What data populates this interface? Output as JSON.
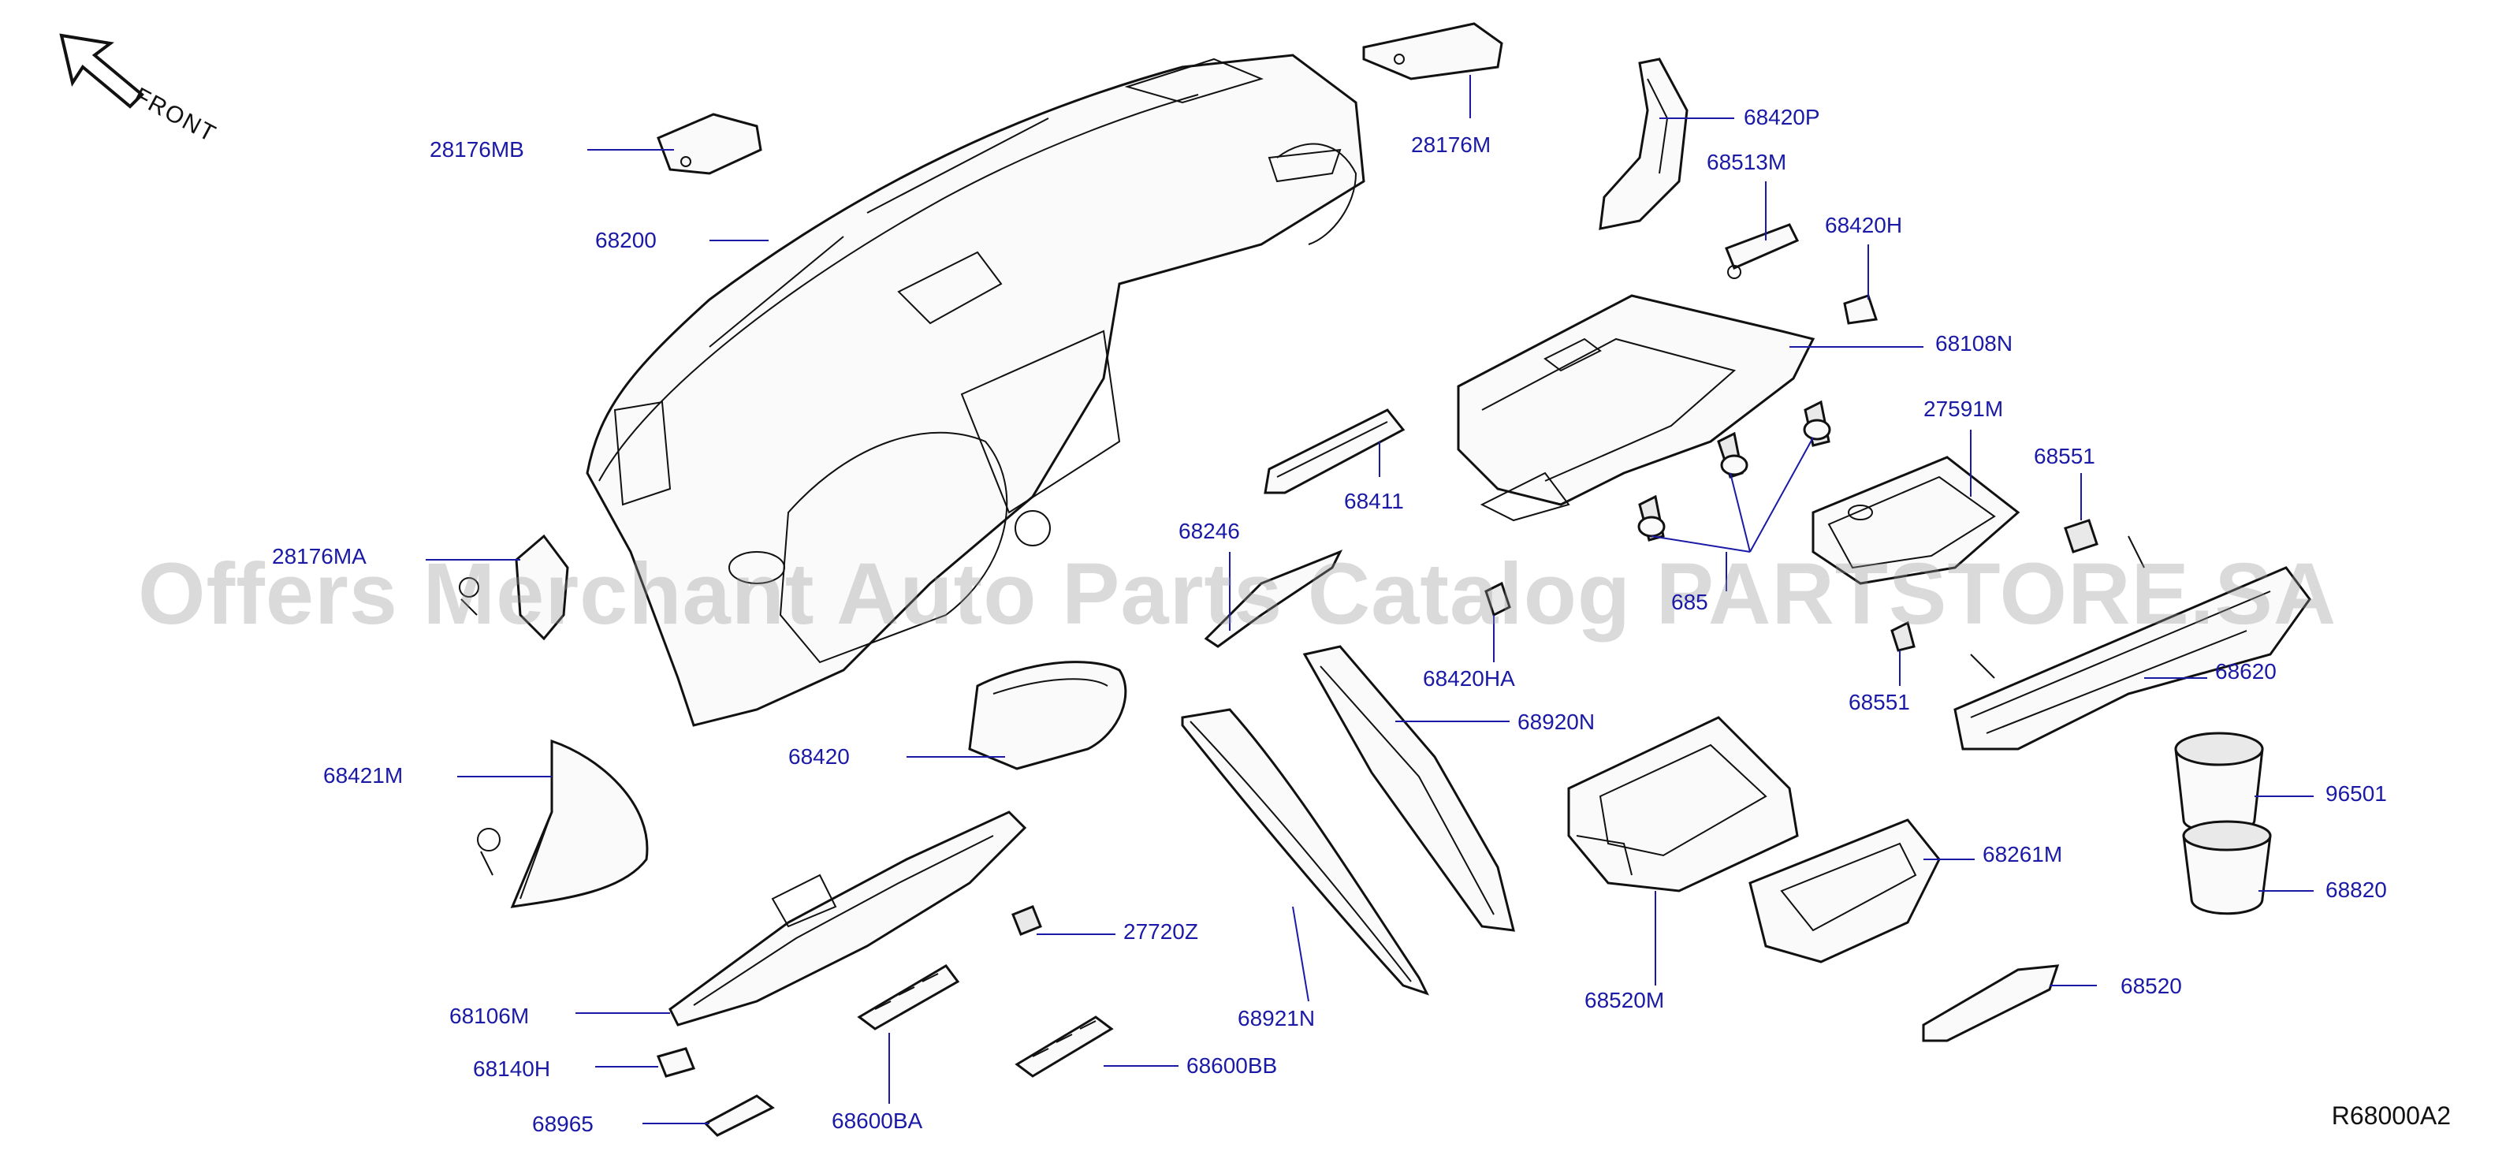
{
  "orientation_label": "FRONT",
  "reference_code": "R68000A2",
  "watermark": "Offers Merchant Auto Parts Catalog PARTSTORE.SA",
  "colors": {
    "label": "#1a1aa6",
    "line": "#111111",
    "watermark": "#999999"
  },
  "parts": [
    {
      "id": "28176MB",
      "label": "28176MB"
    },
    {
      "id": "68200",
      "label": "68200"
    },
    {
      "id": "28176M",
      "label": "28176M"
    },
    {
      "id": "68420P",
      "label": "68420P"
    },
    {
      "id": "68513M",
      "label": "68513M"
    },
    {
      "id": "68420H",
      "label": "68420H"
    },
    {
      "id": "68108N",
      "label": "68108N"
    },
    {
      "id": "27591M",
      "label": "27591M"
    },
    {
      "id": "68551a",
      "label": "68551"
    },
    {
      "id": "68411",
      "label": "68411"
    },
    {
      "id": "68246",
      "label": "68246"
    },
    {
      "id": "28176MA",
      "label": "28176MA"
    },
    {
      "id": "68510",
      "label": "685"
    },
    {
      "id": "68420HA",
      "label": "68420HA"
    },
    {
      "id": "68551b",
      "label": "68551"
    },
    {
      "id": "68620",
      "label": "68620"
    },
    {
      "id": "68920N",
      "label": "68920N"
    },
    {
      "id": "68420",
      "label": "68420"
    },
    {
      "id": "68421M",
      "label": "68421M"
    },
    {
      "id": "96501",
      "label": "96501"
    },
    {
      "id": "68261M",
      "label": "68261M"
    },
    {
      "id": "68820",
      "label": "68820"
    },
    {
      "id": "27720Z",
      "label": "27720Z"
    },
    {
      "id": "68106M",
      "label": "68106M"
    },
    {
      "id": "68921N",
      "label": "68921N"
    },
    {
      "id": "68520M",
      "label": "68520M"
    },
    {
      "id": "68520",
      "label": "68520"
    },
    {
      "id": "68140H",
      "label": "68140H"
    },
    {
      "id": "68600BB",
      "label": "68600BB"
    },
    {
      "id": "68965",
      "label": "68965"
    },
    {
      "id": "68600BA",
      "label": "68600BA"
    }
  ]
}
